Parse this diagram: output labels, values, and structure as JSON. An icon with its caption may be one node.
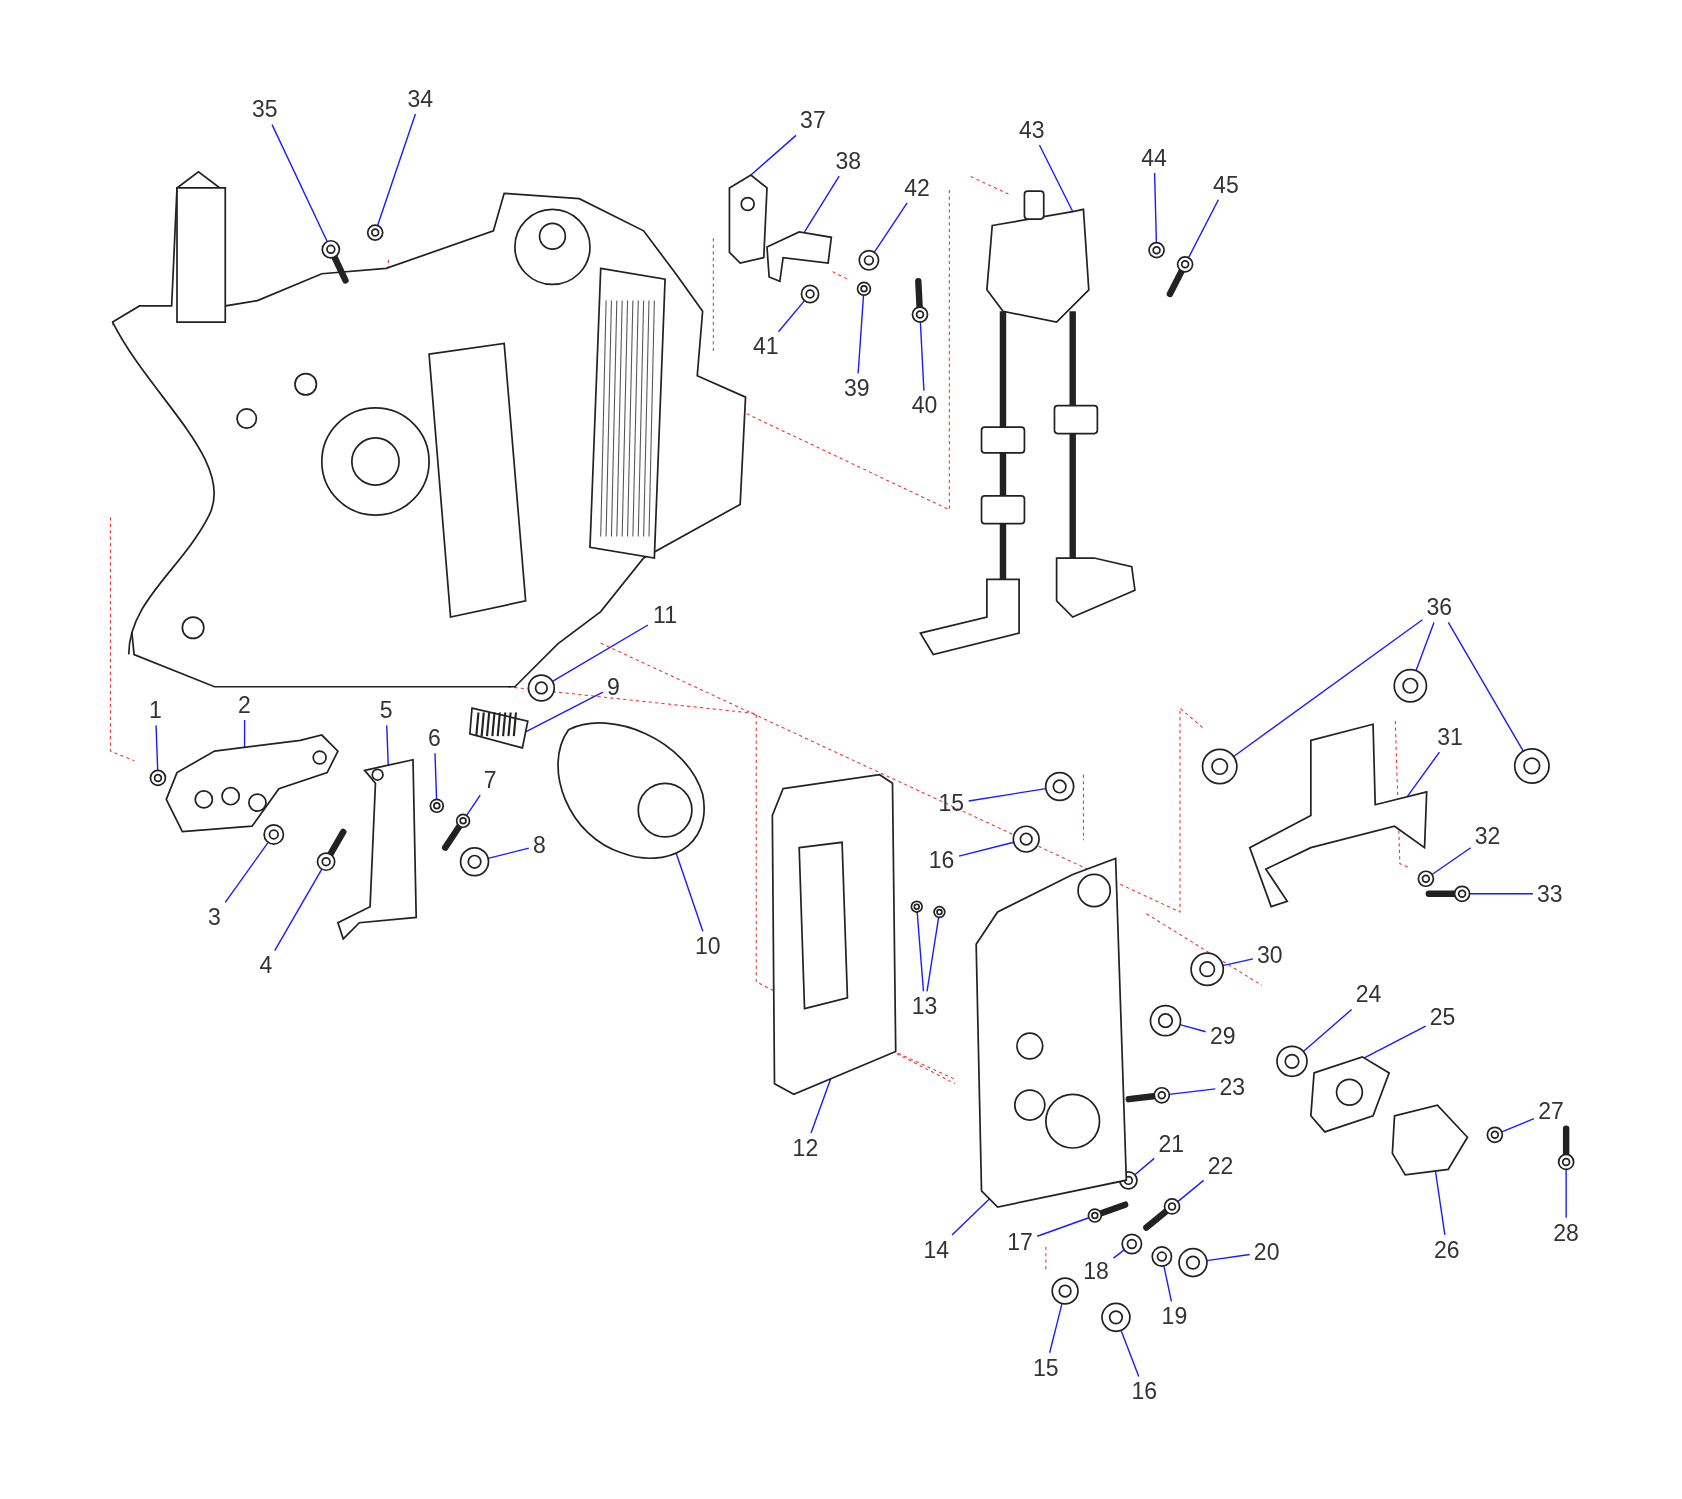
{
  "diagram": {
    "nodes": [
      {
        "text": [
          "35"
        ]
      },
      {
        "text": [
          "34"
        ]
      },
      {
        "text": [
          "37"
        ]
      },
      {
        "text": [
          "38"
        ]
      },
      {
        "text": [
          "43"
        ]
      },
      {
        "text": [
          "42"
        ]
      },
      {
        "text": [
          "44"
        ]
      },
      {
        "text": [
          "45"
        ]
      },
      {
        "text": [
          "41"
        ]
      },
      {
        "text": [
          "39"
        ]
      },
      {
        "text": [
          "40"
        ]
      },
      {
        "text": [
          "36"
        ]
      },
      {
        "text": [
          "11"
        ]
      },
      {
        "text": [
          "9"
        ]
      },
      {
        "text": [
          "1"
        ]
      },
      {
        "text": [
          "2"
        ]
      },
      {
        "text": [
          "5"
        ]
      },
      {
        "text": [
          "6"
        ]
      },
      {
        "text": [
          "31"
        ]
      },
      {
        "text": [
          "7"
        ]
      },
      {
        "text": [
          "15"
        ]
      },
      {
        "text": [
          "16"
        ]
      },
      {
        "text": [
          "8"
        ]
      },
      {
        "text": [
          "32"
        ]
      },
      {
        "text": [
          "33"
        ]
      },
      {
        "text": [
          "3"
        ]
      },
      {
        "text": [
          "10"
        ]
      },
      {
        "text": [
          "30"
        ]
      },
      {
        "text": [
          "4"
        ]
      },
      {
        "text": [
          "24"
        ]
      },
      {
        "text": [
          "13"
        ]
      },
      {
        "text": [
          "25"
        ]
      },
      {
        "text": [
          "29"
        ]
      },
      {
        "text": [
          "23"
        ]
      },
      {
        "text": [
          "27"
        ]
      },
      {
        "text": [
          "21"
        ]
      },
      {
        "text": [
          "12"
        ]
      },
      {
        "text": [
          "22"
        ]
      },
      {
        "text": [
          "28"
        ]
      },
      {
        "text": [
          "17"
        ]
      },
      {
        "text": [
          "14"
        ]
      },
      {
        "text": [
          "26"
        ]
      },
      {
        "text": [
          "20"
        ]
      },
      {
        "text": [
          "18"
        ]
      },
      {
        "text": [
          "19"
        ]
      },
      {
        "text": [
          "15"
        ]
      },
      {
        "text": [
          "16"
        ]
      },
      {
        "text": [],
        "shape": "picture"
      },
      {
        "text": [],
        "shape": "picture"
      },
      {
        "text": [],
        "shape": "picture"
      },
      {
        "text": [],
        "shape": "picture"
      },
      {
        "text": [],
        "shape": "picture"
      },
      {
        "text": [],
        "shape": "picture"
      },
      {
        "text": [],
        "shape": "picture"
      },
      {
        "text": [],
        "shape": "picture"
      },
      {
        "text": [],
        "shape": "picture"
      },
      {
        "text": [],
        "shape": "picture"
      },
      {
        "text": [],
        "shape": "picture"
      },
      {
        "text": [],
        "shape": "picture"
      },
      {
        "text": [],
        "shape": "picture"
      },
      {
        "text": [],
        "shape": "picture"
      },
      {
        "text": [],
        "shape": "picture"
      },
      {
        "text": [],
        "shape": "picture"
      },
      {
        "text": [],
        "shape": "picture"
      },
      {
        "text": [],
        "shape": "picture"
      },
      {
        "text": [],
        "shape": "picture"
      },
      {
        "text": [],
        "shape": "picture"
      },
      {
        "text": [],
        "shape": "picture"
      },
      {
        "text": [],
        "shape": "picture"
      },
      {
        "text": [],
        "shape": "picture"
      },
      {
        "text": [],
        "shape": "picture"
      },
      {
        "text": [],
        "shape": "picture"
      },
      {
        "text": [],
        "shape": "picture"
      },
      {
        "text": [],
        "shape": "picture"
      },
      {
        "text": [],
        "shape": "picture"
      },
      {
        "text": [],
        "shape": "picture"
      },
      {
        "text": [],
        "shape": "picture"
      },
      {
        "text": [],
        "shape": "picture"
      },
      {
        "text": [],
        "shape": "picture"
      },
      {
        "text": [],
        "shape": "picture"
      },
      {
        "text": [],
        "shape": "picture"
      },
      {
        "text": [],
        "shape": "picture"
      },
      {
        "text": [],
        "shape": "picture"
      },
      {
        "text": [],
        "shape": "picture"
      },
      {
        "text": [],
        "shape": "picture"
      },
      {
        "text": [],
        "shape": "picture"
      },
      {
        "text": [],
        "shape": "picture"
      },
      {
        "text": [],
        "shape": "picture"
      },
      {
        "text": [],
        "shape": "picture"
      },
      {
        "text": [],
        "shape": "picture"
      },
      {
        "text": [],
        "shape": "picture"
      },
      {
        "text": [],
        "shape": "picture"
      },
      {
        "text": [],
        "shape": "picture"
      },
      {
        "text": [],
        "shape": "picture"
      },
      {
        "text": [],
        "shape": "picture"
      },
      {
        "text": [],
        "shape": "picture"
      },
      {
        "text": [],
        "shape": "picture"
      }
    ],
    "edges": [
      {
        "from": 0,
        "to": 47,
        "arrow": "none"
      },
      {
        "from": 1,
        "to": 48,
        "arrow": "none"
      },
      {
        "from": 2,
        "to": 49,
        "arrow": "none"
      },
      {
        "from": 3,
        "to": 50,
        "arrow": "none"
      },
      {
        "from": 4,
        "to": 51,
        "arrow": "none"
      },
      {
        "from": 5,
        "to": 52,
        "arrow": "none"
      },
      {
        "from": 6,
        "to": 53,
        "arrow": "none"
      },
      {
        "from": 7,
        "to": 54,
        "arrow": "none"
      },
      {
        "from": 8,
        "to": 55,
        "arrow": "none"
      },
      {
        "from": 9,
        "to": 56,
        "arrow": "none"
      },
      {
        "from": 10,
        "to": 57,
        "arrow": "none"
      },
      {
        "from": 11,
        "to": 58,
        "arrow": "none"
      },
      {
        "from": 11,
        "to": 59,
        "arrow": "none"
      },
      {
        "from": 11,
        "to": 60,
        "arrow": "none"
      },
      {
        "from": 12,
        "to": 61,
        "arrow": "none"
      },
      {
        "from": 13,
        "to": 62,
        "arrow": "none"
      },
      {
        "from": 14,
        "to": 63,
        "arrow": "none"
      },
      {
        "from": 15,
        "to": 64,
        "arrow": "none"
      },
      {
        "from": 16,
        "to": 65,
        "arrow": "none"
      },
      {
        "from": 17,
        "to": 66,
        "arrow": "none"
      },
      {
        "from": 18,
        "to": 67,
        "arrow": "none"
      },
      {
        "from": 19,
        "to": 68,
        "arrow": "none"
      },
      {
        "from": 20,
        "to": 69,
        "arrow": "none"
      },
      {
        "from": 21,
        "to": 70,
        "arrow": "none"
      },
      {
        "from": 22,
        "to": 71,
        "arrow": "none"
      },
      {
        "from": 23,
        "to": 72,
        "arrow": "none"
      },
      {
        "from": 24,
        "to": 73,
        "arrow": "none"
      },
      {
        "from": 25,
        "to": 74,
        "arrow": "none"
      },
      {
        "from": 26,
        "to": 75,
        "arrow": "none"
      },
      {
        "from": 27,
        "to": 76,
        "arrow": "none"
      },
      {
        "from": 28,
        "to": 77,
        "arrow": "none"
      },
      {
        "from": 29,
        "to": 78,
        "arrow": "none"
      },
      {
        "from": 30,
        "to": 79,
        "arrow": "none"
      },
      {
        "from": 30,
        "to": 80,
        "arrow": "none"
      },
      {
        "from": 31,
        "to": 81,
        "arrow": "none"
      },
      {
        "from": 32,
        "to": 82,
        "arrow": "none"
      },
      {
        "from": 33,
        "to": 83,
        "arrow": "none"
      },
      {
        "from": 34,
        "to": 84,
        "arrow": "none"
      },
      {
        "from": 35,
        "to": 85,
        "arrow": "none"
      },
      {
        "from": 36,
        "to": 86,
        "arrow": "none"
      },
      {
        "from": 37,
        "to": 87,
        "arrow": "none"
      },
      {
        "from": 38,
        "to": 88,
        "arrow": "none"
      },
      {
        "from": 39,
        "to": 89,
        "arrow": "none"
      },
      {
        "from": 40,
        "to": 90,
        "arrow": "none"
      },
      {
        "from": 41,
        "to": 91,
        "arrow": "none"
      },
      {
        "from": 42,
        "to": 92,
        "arrow": "none"
      },
      {
        "from": 43,
        "to": 93,
        "arrow": "none"
      },
      {
        "from": 44,
        "to": 94,
        "arrow": "none"
      },
      {
        "from": 45,
        "to": 95,
        "arrow": "none"
      },
      {
        "from": 46,
        "to": 96,
        "arrow": "none"
      }
    ]
  }
}
